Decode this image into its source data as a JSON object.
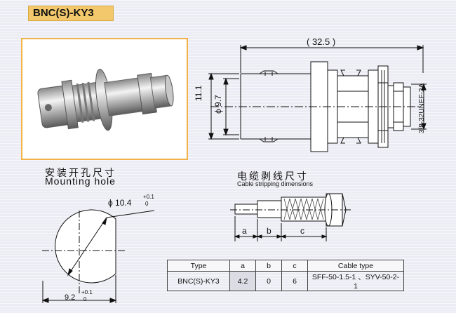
{
  "header": {
    "title": "BNC(S)-KY3"
  },
  "dimensions": {
    "overall_length": "( 32.5 )",
    "height_outer": "11.1",
    "height_inner": "ϕ 9.7",
    "thread_spec": "3/8-32UNEF-2A"
  },
  "mounting": {
    "title_cn": "安装开孔尺寸",
    "title_en": "Mounting hole",
    "diameter": "ϕ 10.4",
    "diameter_tol_upper": "+0.1",
    "diameter_tol_lower": "0",
    "flat": "9.2",
    "flat_tol_upper": "+0.1",
    "flat_tol_lower": "0"
  },
  "stripping": {
    "title_cn": "电缆剥线尺寸",
    "title_en": "Cable stripping dimensions",
    "label_a": "a",
    "label_b": "b",
    "label_c": "c"
  },
  "spec_table": {
    "headers": {
      "type": "Type",
      "a": "a",
      "b": "b",
      "c": "c",
      "cable": "Cable type"
    },
    "row": {
      "type": "BNC(S)-KY3",
      "a": "4.2",
      "b": "0",
      "c": "6",
      "cable": "SFF-50-1.5-1 、SYV-50-2-1"
    }
  }
}
